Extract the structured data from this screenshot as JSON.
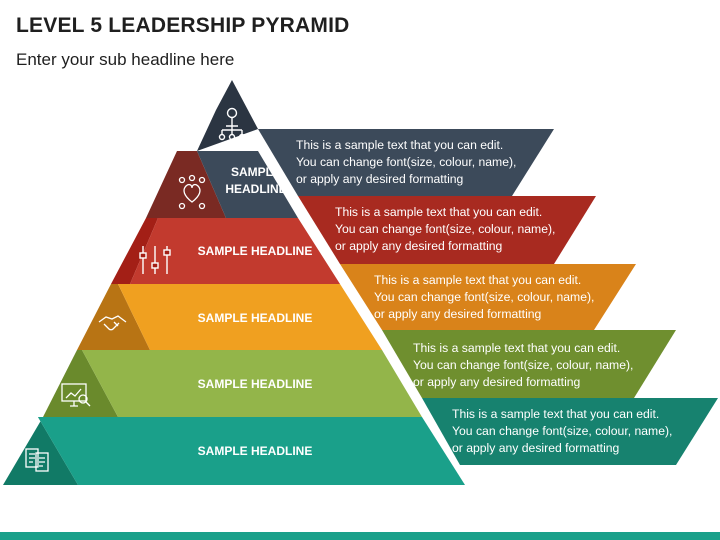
{
  "slide": {
    "title": "LEVEL 5 LEADERSHIP PYRAMID",
    "subtitle": "Enter your sub headline here"
  },
  "levels": [
    {
      "headline_line1": "SAMPLE",
      "headline_line2": "HEADLINE",
      "description_lines": [
        "This is a sample text that you can edit.",
        "You can change font(size, colour, name),",
        "or apply any desired formatting"
      ],
      "icon": "team-hierarchy-icon",
      "color": "#3c4a5a"
    },
    {
      "headline": "SAMPLE HEADLINE",
      "description_lines": [
        "This is a sample text that you can edit.",
        "You can change font(size, colour, name),",
        "or apply any desired formatting"
      ],
      "icon": "network-heart-icon",
      "color": "#c0392b"
    },
    {
      "headline": "SAMPLE HEADLINE",
      "description_lines": [
        "This is a sample text that you can edit.",
        "You can change font(size, colour, name),",
        "or apply any desired formatting"
      ],
      "icon": "sliders-icon",
      "color": "#ee9a1d"
    },
    {
      "headline": "SAMPLE HEADLINE",
      "description_lines": [
        "This is a sample text that you can edit.",
        "You can change font(size, colour, name),",
        "or apply any desired formatting"
      ],
      "icon": "handshake-icon",
      "color": "#8aaa3e"
    },
    {
      "headline": "SAMPLE HEADLINE",
      "description_lines": [
        "This is a sample text that you can edit.",
        "You can change font(size, colour, name),",
        "or apply any desired formatting"
      ],
      "icon": "presentation-icon",
      "color": "#1aa08a"
    }
  ],
  "base_icon": "documents-icon"
}
